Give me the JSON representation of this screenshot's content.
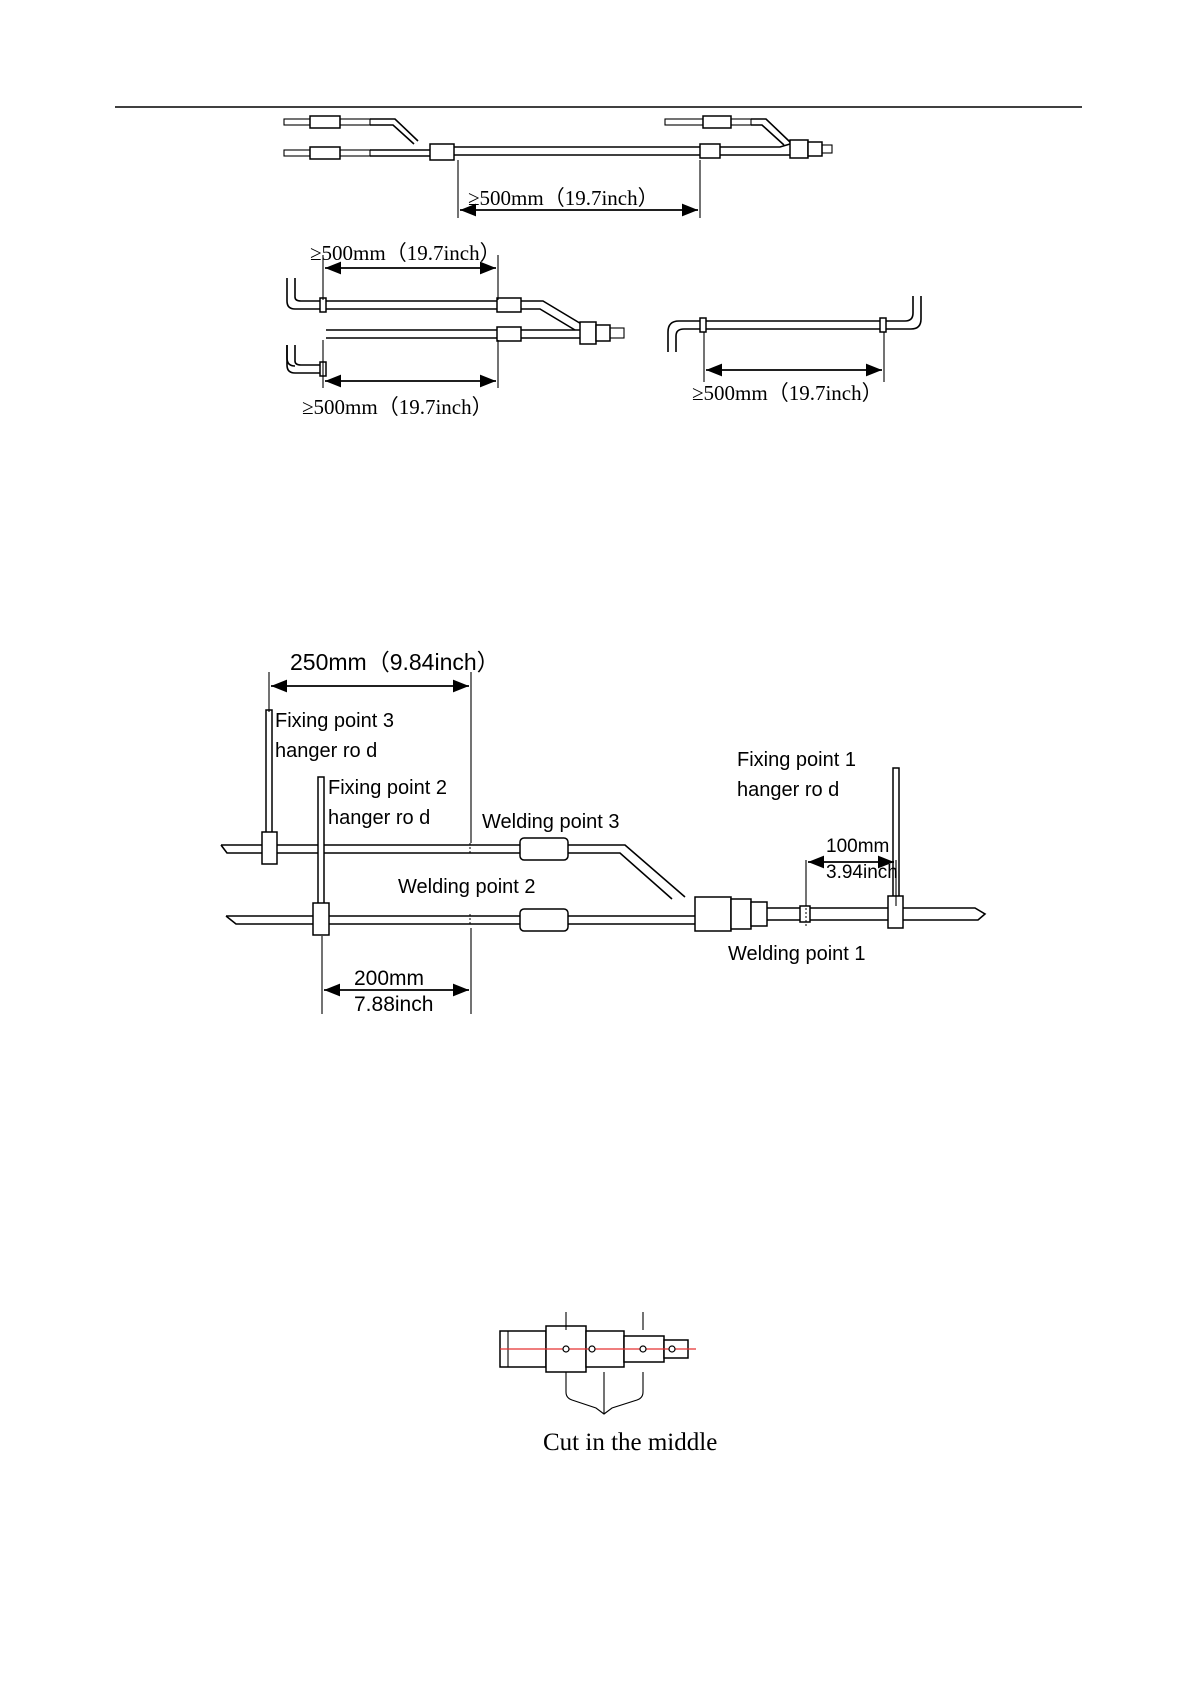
{
  "header": {
    "rule": "horizontal-divider"
  },
  "fig1": {
    "top_label": "≥500mm（19.7inch）",
    "left_top_label": "≥500mm（19.7inch）",
    "left_bottom_label": "≥500mm（19.7inch）",
    "right_label": "≥500mm（19.7inch）"
  },
  "fig2": {
    "dim_250": "250mm（9.84inch）",
    "fixing3_line1": "Fixing point 3",
    "fixing3_line2": "hanger ro d",
    "fixing2_line1": "Fixing point 2",
    "fixing2_line2": "hanger ro d",
    "fixing1_line1": "Fixing point 1",
    "fixing1_line2": "hanger ro d",
    "welding3": "Welding point 3",
    "welding2": "Welding point 2",
    "welding1": "Welding point 1",
    "dim_100_line1": "100mm",
    "dim_100_line2": "3.94inch",
    "dim_200_line1": "200mm",
    "dim_200_line2": "7.88inch"
  },
  "fig3": {
    "caption": "Cut in the middle",
    "cut_line_color": "#e53030"
  }
}
